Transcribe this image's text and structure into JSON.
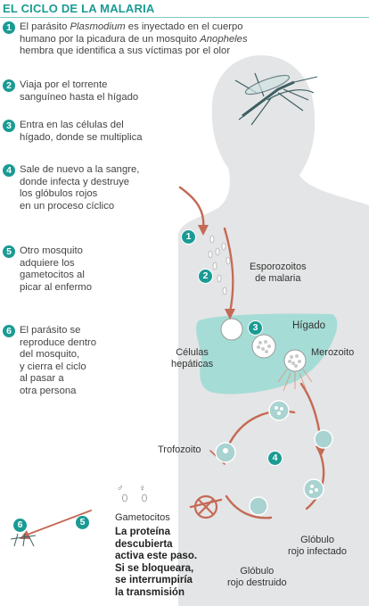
{
  "title": "EL CICLO DE LA MALARIA",
  "steps": [
    {
      "num": "1",
      "lines": [
        "El parásito ",
        "Plasmodium",
        " es inyectado en el cuerpo",
        "humano por la picadura de un mosquito ",
        "Anopheles",
        "hembra que identifica a sus víctimas por el olor"
      ]
    },
    {
      "num": "2",
      "lines": [
        "Viaja por el torrente",
        "sanguíneo hasta el hígado"
      ]
    },
    {
      "num": "3",
      "lines": [
        "Entra en las células del",
        "hígado, donde se multiplica"
      ]
    },
    {
      "num": "4",
      "lines": [
        "Sale de nuevo a la sangre,",
        "donde infecta y destruye",
        "los glóbulos rojos",
        "en un proceso cíclico"
      ]
    },
    {
      "num": "5",
      "lines": [
        "Otro mosquito",
        "adquiere los",
        "gametocitos al",
        "picar al enfermo"
      ]
    },
    {
      "num": "6",
      "lines": [
        "El parásito se",
        "reproduce dentro",
        "del mosquito,",
        "y cierra el ciclo",
        "al pasar a",
        "otra persona"
      ]
    }
  ],
  "labels": {
    "esporozoitos": [
      "Esporozoitos",
      "de malaria"
    ],
    "higado": "Hígado",
    "celulas": [
      "Células",
      "hepáticas"
    ],
    "merozoito": "Merozoito",
    "trofozoito": "Trofozoito",
    "gametocitos": "Gametocitos",
    "globulo_infectado": [
      "Glóbulo",
      "rojo infectado"
    ],
    "globulo_destruido": [
      "Glóbulo",
      "rojo destruido"
    ],
    "proteina": [
      "La proteína",
      "descubierta",
      "activa este paso.",
      "Si se bloqueara,",
      "se interrumpiría",
      "la transmisión"
    ],
    "male_symbol": "♂",
    "female_symbol": "♀"
  },
  "badges": [
    "1",
    "2",
    "3",
    "4",
    "5",
    "6"
  ],
  "colors": {
    "accent": "#1a9b94",
    "body": "#e4e5e6",
    "liver": "#a5dcd6",
    "arrow": "#c46a55",
    "blood": "#a9d3d0"
  }
}
